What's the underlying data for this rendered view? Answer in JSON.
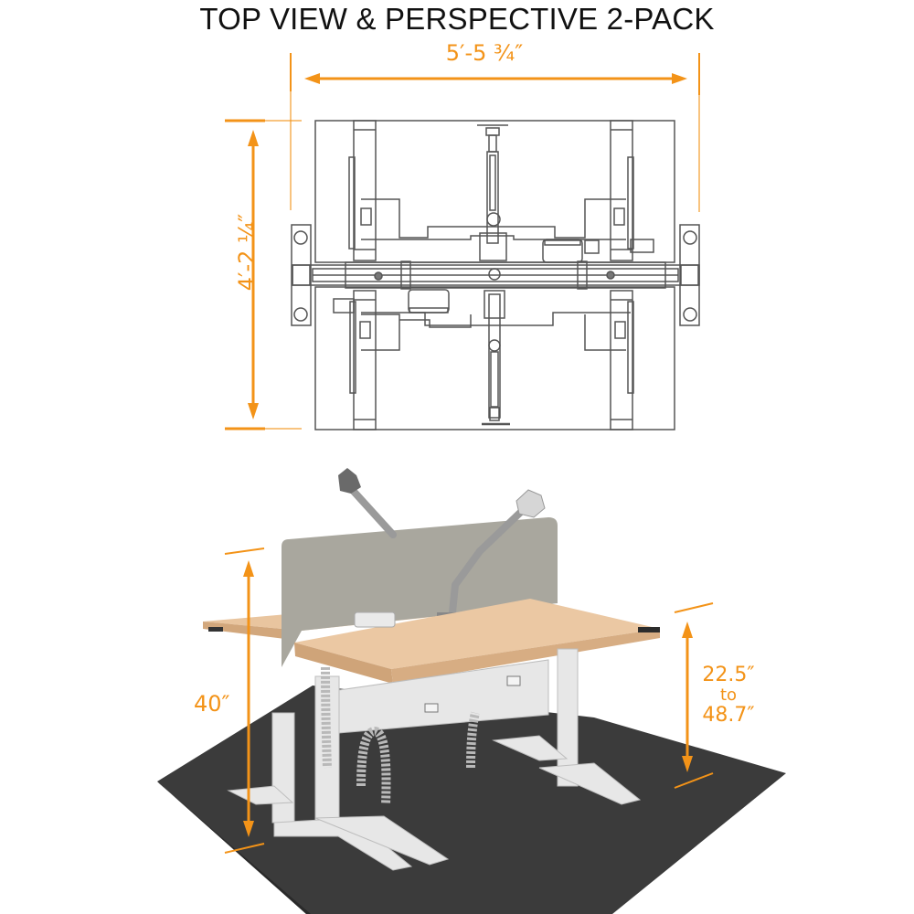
{
  "title": "TOP VIEW & PERSPECTIVE 2-PACK",
  "colors": {
    "accent": "#f39318",
    "line": "#4a4a4a",
    "desktop": "#e8c39c",
    "desktop_edge": "#c99a6e",
    "panel": "#a8a69d",
    "frame": "#e4e4e4",
    "mat": "#3a3a3a"
  },
  "top_view": {
    "label": "Top view",
    "dimensions": {
      "width": "5′-5 ¾″",
      "depth": "4′-2 ¼″"
    }
  },
  "perspective_view": {
    "label": "Perspective view",
    "dimensions": {
      "overall_height": "40″",
      "height_range_min": "22.5″",
      "height_range_sep": "to",
      "height_range_max": "48.7″"
    }
  }
}
